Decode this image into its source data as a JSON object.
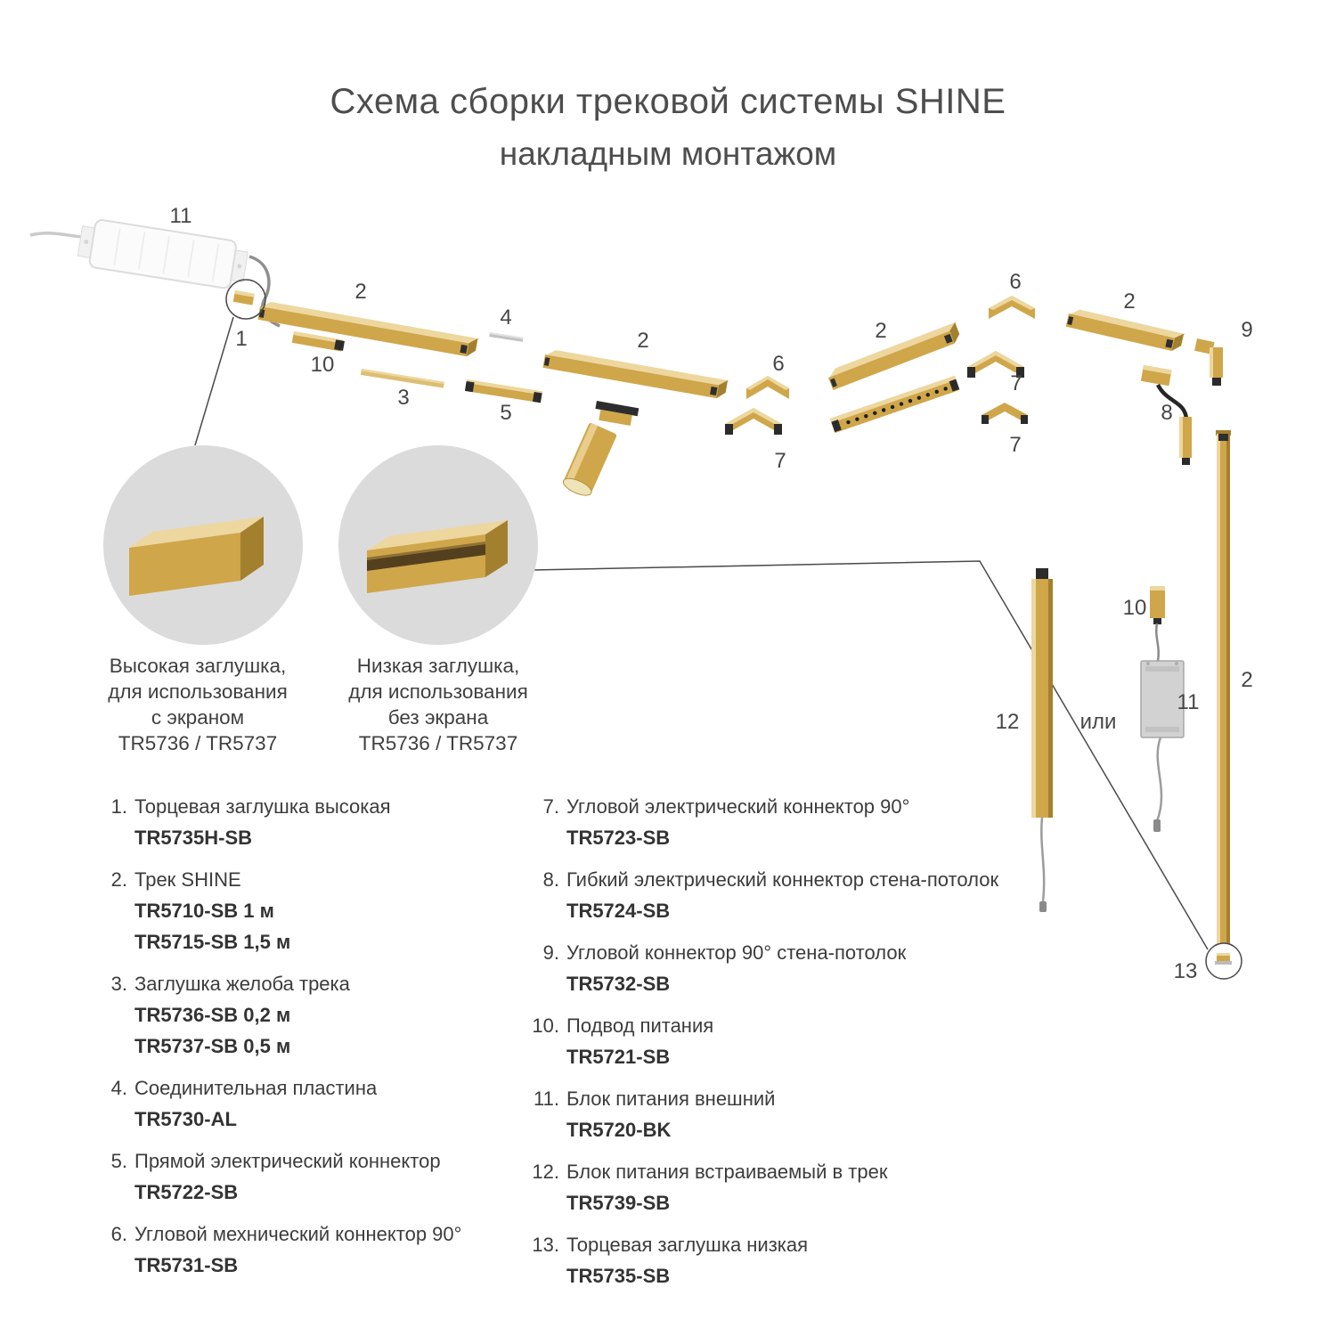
{
  "title": {
    "line1": "Схема сборки трековой системы SHINE",
    "line2": "накладным монтажом"
  },
  "colors": {
    "gold": "#CFA64A",
    "gold_light": "#EDD79E",
    "gold_dark": "#A3802E",
    "text": "#4a4a4a"
  },
  "diagram": {
    "callouts": [
      "11",
      "1",
      "2",
      "10",
      "3",
      "4",
      "5",
      "2",
      "6",
      "7",
      "2",
      "6",
      "7",
      "7",
      "2",
      "9",
      "8",
      "2",
      "12",
      "10",
      "11",
      "13"
    ],
    "or_label": "или",
    "detail_left_caption": "Высокая заглушка,\nдля использования\nс экраном\nTR5736 / TR5737",
    "detail_right_caption": "Низкая заглушка,\nдля использования\nбез экрана\nTR5736 / TR5737"
  },
  "legend": {
    "left": [
      {
        "num": "1.",
        "name": "Торцевая заглушка высокая",
        "codes": [
          "TR5735H-SB"
        ]
      },
      {
        "num": "2.",
        "name": "Трек SHINE",
        "codes": [
          "TR5710-SB  1 м",
          "TR5715-SB 1,5 м"
        ]
      },
      {
        "num": "3.",
        "name": "Заглушка желоба трека",
        "codes": [
          "TR5736-SB  0,2 м",
          "TR5737-SB  0,5 м"
        ]
      },
      {
        "num": "4.",
        "name": "Соединительная пластина",
        "codes": [
          "TR5730-AL"
        ]
      },
      {
        "num": "5.",
        "name": "Прямой электрический коннектор",
        "codes": [
          "TR5722-SB"
        ]
      },
      {
        "num": "6.",
        "name": "Угловой мехнический коннектор 90°",
        "codes": [
          "TR5731-SB"
        ]
      }
    ],
    "right": [
      {
        "num": "7.",
        "name": "Угловой электрический коннектор 90°",
        "codes": [
          "TR5723-SB"
        ]
      },
      {
        "num": "8.",
        "name": "Гибкий электрический коннектор стена-потолок",
        "codes": [
          "TR5724-SB"
        ]
      },
      {
        "num": "9.",
        "name": "Угловой коннектор 90° стена-потолок",
        "codes": [
          "TR5732-SB"
        ]
      },
      {
        "num": "10.",
        "name": "Подвод питания",
        "codes": [
          "TR5721-SB"
        ]
      },
      {
        "num": "11.",
        "name": "Блок питания внешний",
        "codes": [
          "TR5720-BK"
        ]
      },
      {
        "num": "12.",
        "name": "Блок питания встраиваемый в трек",
        "codes": [
          "TR5739-SB"
        ]
      },
      {
        "num": "13.",
        "name": "Торцевая заглушка низкая",
        "codes": [
          "TR5735-SB"
        ]
      }
    ]
  }
}
